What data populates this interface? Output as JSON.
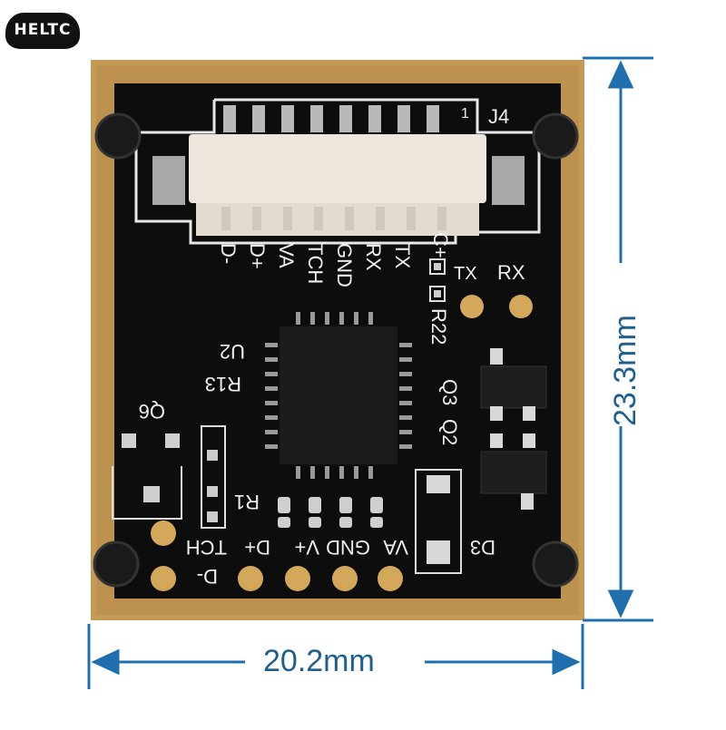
{
  "brand": {
    "text": "HELTC"
  },
  "dimensions": {
    "width": "20.2mm",
    "height": "23.3mm"
  },
  "board_labels": {
    "connector": "J4",
    "pin1": "1",
    "pins": [
      "D-",
      "D+",
      "VA",
      "TCH",
      "GND",
      "RX",
      "TX",
      "C+"
    ],
    "rx_right": "RX",
    "tx_right": "TX",
    "r22": "R22",
    "u2": "U2",
    "r13": "R13",
    "q6": "Q6",
    "r1": "R1",
    "q3": "Q3",
    "q2": "Q2",
    "d3": "D3",
    "bottom_pads_top_row": [
      "TCH",
      "D+",
      "V+",
      "GND",
      "VA"
    ],
    "bottom_pad_d_minus": "D-"
  },
  "colors": {
    "board": "#0c0c0c",
    "edge_gold": "#c9a15c",
    "pad_gold": "#d4a85a",
    "dim_blue": "#1f6fae"
  }
}
